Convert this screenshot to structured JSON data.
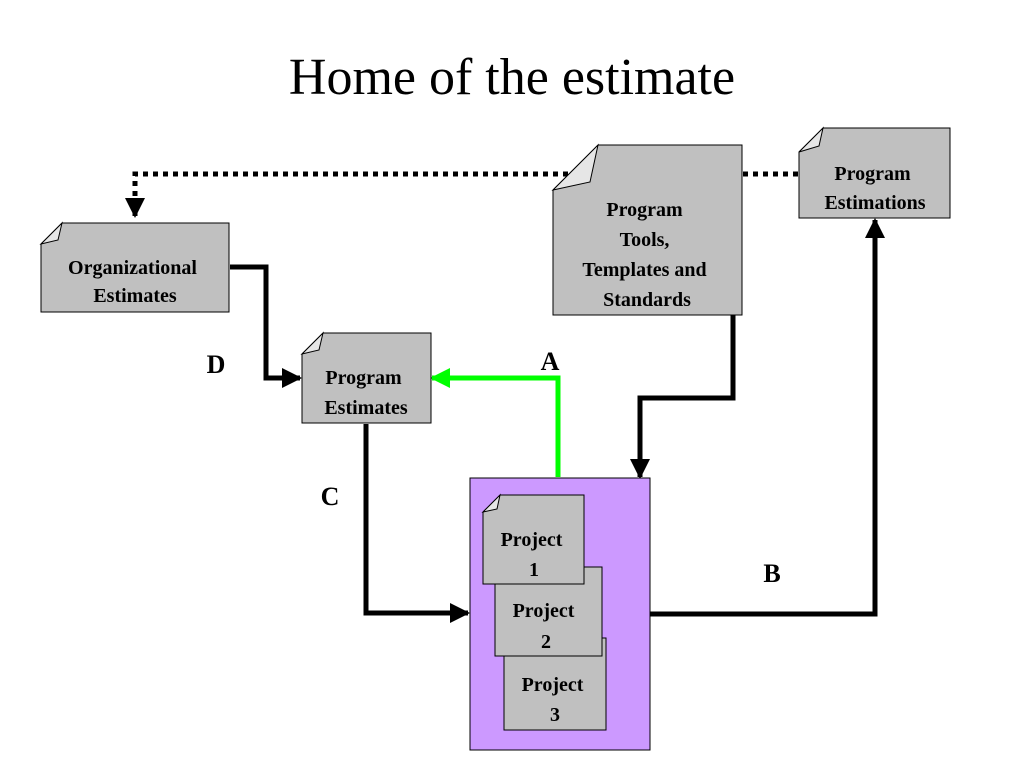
{
  "title": "Home of the estimate",
  "nodes": {
    "organizational": [
      "Organizational",
      "Estimates"
    ],
    "program_estimates": [
      "Program",
      "Estimates"
    ],
    "program_tools": [
      "Program",
      "Tools,",
      "Templates and",
      "Standards"
    ],
    "program_estimations": [
      "Program",
      "Estimations"
    ],
    "project1": [
      "Project",
      "1"
    ],
    "project2": [
      "Project",
      "2"
    ],
    "project3": [
      "Project",
      "3"
    ]
  },
  "labels": {
    "a": "A",
    "b": "B",
    "c": "C",
    "d": "D"
  },
  "colors": {
    "box_fill": "#c0c0c0",
    "container_fill": "#cc99ff",
    "highlight_arrow": "#00ff00",
    "arrow": "#000000"
  }
}
